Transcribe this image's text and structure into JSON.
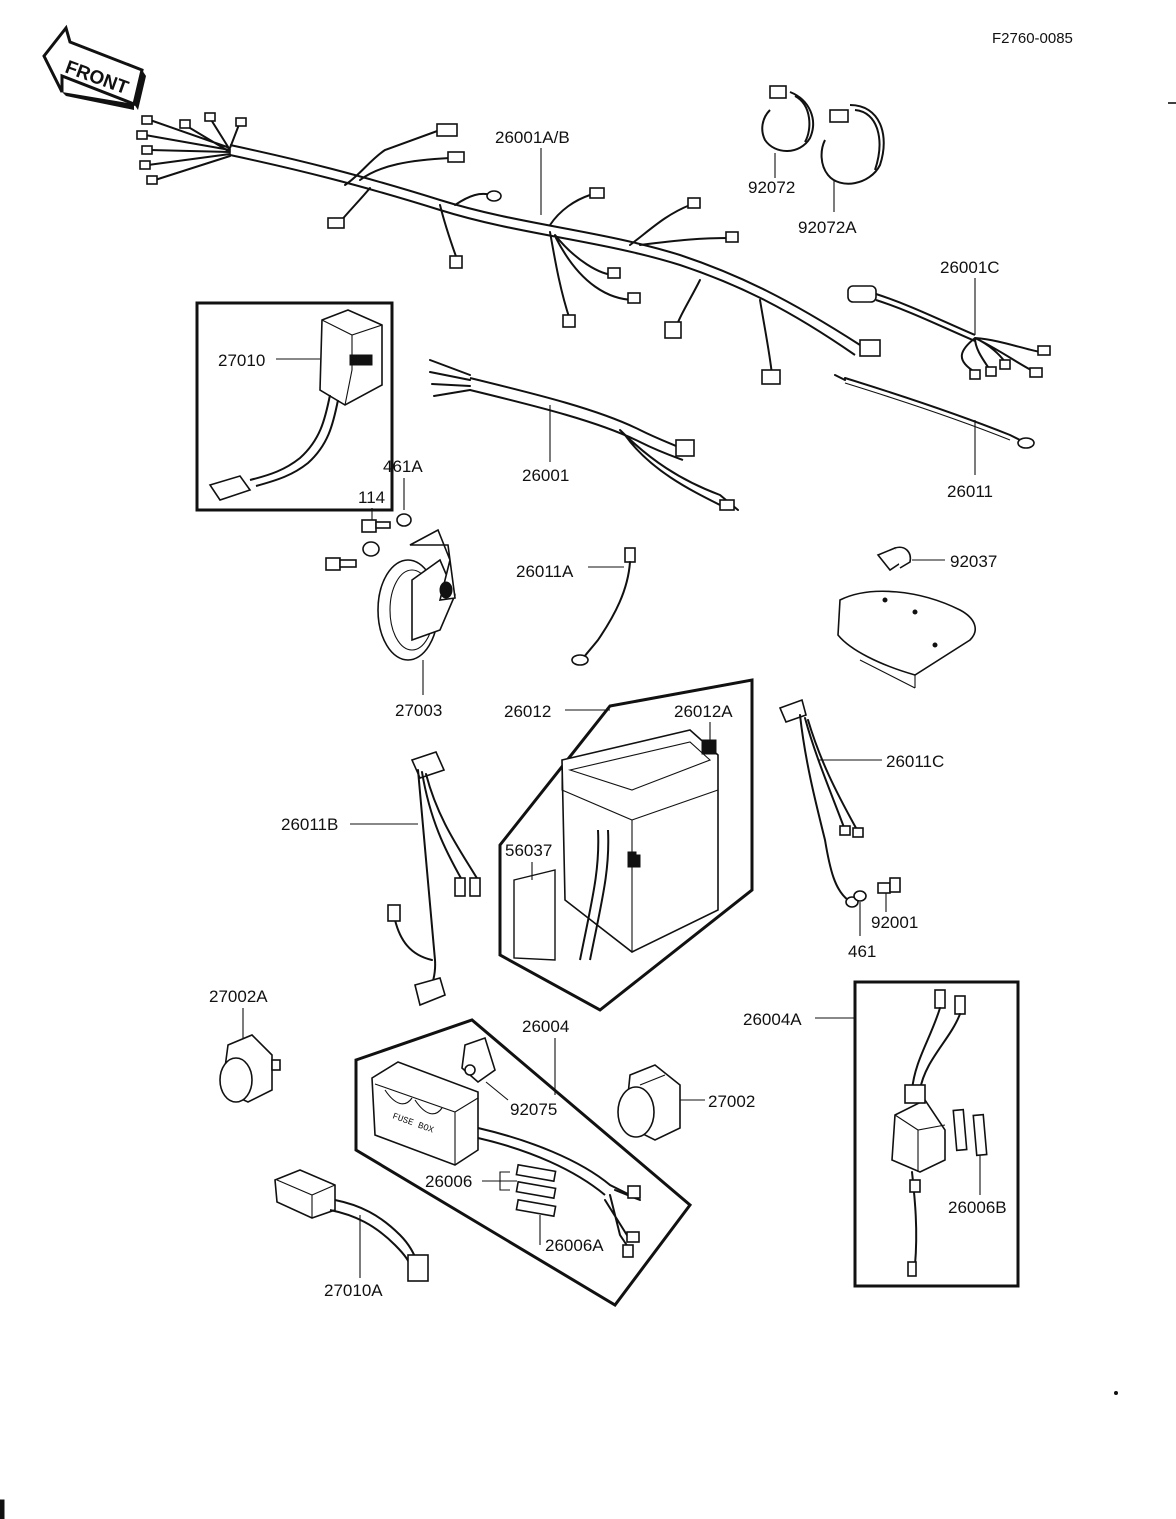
{
  "figure_code": "F2760-0085",
  "front_label": "FRONT",
  "fuse_box_text": "FUSE BOX",
  "labels": {
    "p26001AB": "26001A/B",
    "p92072": "92072",
    "p92072A": "92072A",
    "p26001C": "26001C",
    "p27010": "27010",
    "p26001": "26001",
    "p26011": "26011",
    "p461A": "461A",
    "p114": "114",
    "p26011A": "26011A",
    "p92037": "92037",
    "p27003": "27003",
    "p26012": "26012",
    "p26012A": "26012A",
    "p26011C": "26011C",
    "p26011B": "26011B",
    "p56037": "56037",
    "p92001": "92001",
    "p461": "461",
    "p27002A": "27002A",
    "p26004": "26004",
    "p26004A": "26004A",
    "p92075": "92075",
    "p27002": "27002",
    "p26006": "26006",
    "p26006A": "26006A",
    "p26006B": "26006B",
    "p27010A": "27010A"
  }
}
